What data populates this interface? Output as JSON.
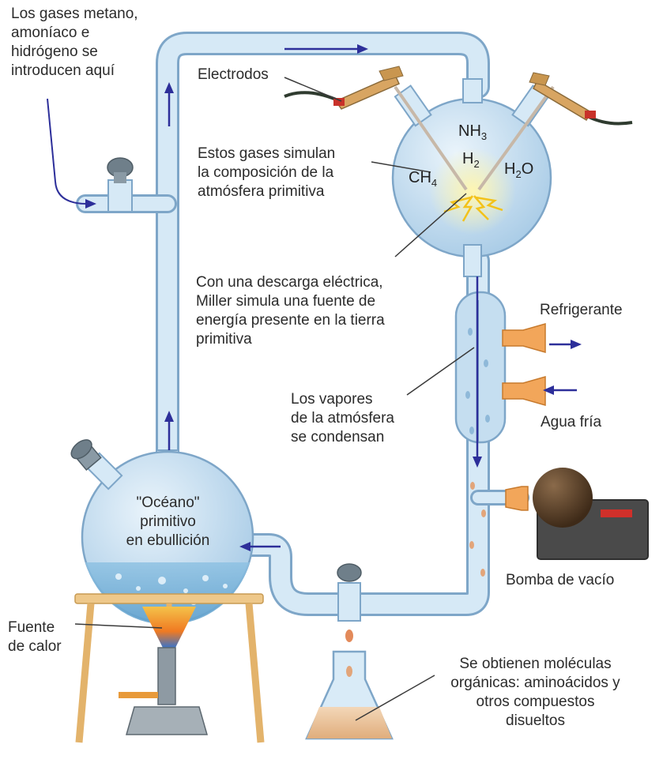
{
  "labels": {
    "gases_intro": [
      "Los gases metano,",
      "amoníaco e",
      "hidrógeno se",
      "introducen aquí"
    ],
    "electrodes": "Electrodos",
    "gases_simulate": [
      "Estos gases simulan",
      "la composición de la",
      "atmósfera primitiva"
    ],
    "discharge": [
      "Con una descarga eléctrica,",
      "Miller simula una fuente de",
      "energía presente en la tierra",
      "primitiva"
    ],
    "refrigerant": "Refrigerante",
    "cold_water": "Agua fría",
    "vapors": [
      "Los vapores",
      "de la atmósfera",
      "se condensan"
    ],
    "ocean": [
      "\"Océano\"",
      "primitivo",
      "en ebullición"
    ],
    "vacuum_pump": "Bomba de vacío",
    "heat_source": [
      "Fuente",
      "de calor"
    ],
    "molecules": [
      "Se obtienen moléculas",
      "orgánicas: aminoácidos y",
      "otros compuestos",
      "disueltos"
    ]
  },
  "formulas": {
    "nh3": {
      "base": "NH",
      "sub": "3"
    },
    "h2": {
      "base": "H",
      "sub": "2"
    },
    "ch4": {
      "base": "CH",
      "sub": "4"
    },
    "h2o": {
      "base": "H",
      "sub": "2",
      "tail": "O"
    }
  },
  "colors": {
    "glass": "#bcd8ee",
    "glass_edge": "#7ea6c8",
    "arrow": "#2d2f9a",
    "flame": "#f07a22",
    "pump_body": "#4a4a4a",
    "pump_bulb": "#6b4a2e",
    "stopper": "#e8a04a"
  }
}
